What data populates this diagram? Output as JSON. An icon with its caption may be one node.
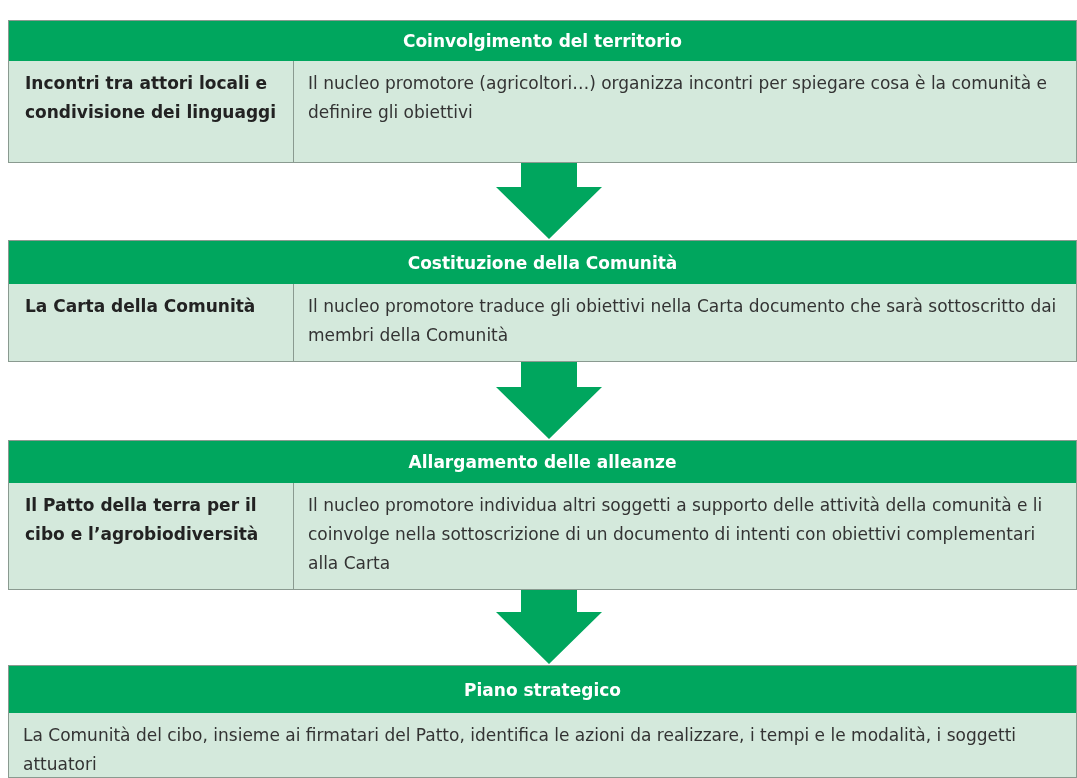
{
  "diagram": {
    "nodes": [
      {
        "text": [
          "Coinvolgimento del territorio"
        ]
      },
      {
        "text": [
          "Incontri tra attori locali e condivisione dei linguaggi"
        ],
        "in": 0
      },
      {
        "text": [
          "Il nucleo promotore (agricoltori…) organizza incontri per spiegare cosa è la comunità e definire gli obiettivi"
        ],
        "in": 0
      },
      {
        "text": [
          "Costituzione della Comunità"
        ]
      },
      {
        "text": [
          "La Carta della Comunità"
        ],
        "in": 3
      },
      {
        "text": [
          "Il nucleo promotore traduce gli obiettivi nella Carta documento che sarà sottoscritto dai membri della Comunità"
        ],
        "in": 3
      },
      {
        "text": [
          "Allargamento delle alleanze"
        ]
      },
      {
        "text": [
          "Il Patto della terra per il cibo e l’agrobiodiversità"
        ],
        "in": 6
      },
      {
        "text": [
          "Il nucleo promotore individua altri soggetti a supporto delle attività della comunità e li coinvolge nella sottoscrizione di un documento di intenti con obiettivi complementari alla Carta"
        ],
        "in": 6
      },
      {
        "text": [
          "Piano strategico"
        ]
      },
      {
        "text": [
          "La Comunità del cibo, insieme ai firmatari del Patto, identifica le azioni da realizzare, i tempi e le modalità, i soggetti attuatori"
        ],
        "in": 9
      }
    ],
    "edges": [
      {
        "from": 0,
        "to": 3,
        "arrow": "to"
      },
      {
        "from": 3,
        "to": 6,
        "arrow": "to"
      },
      {
        "from": 6,
        "to": 9,
        "arrow": "to"
      }
    ]
  }
}
